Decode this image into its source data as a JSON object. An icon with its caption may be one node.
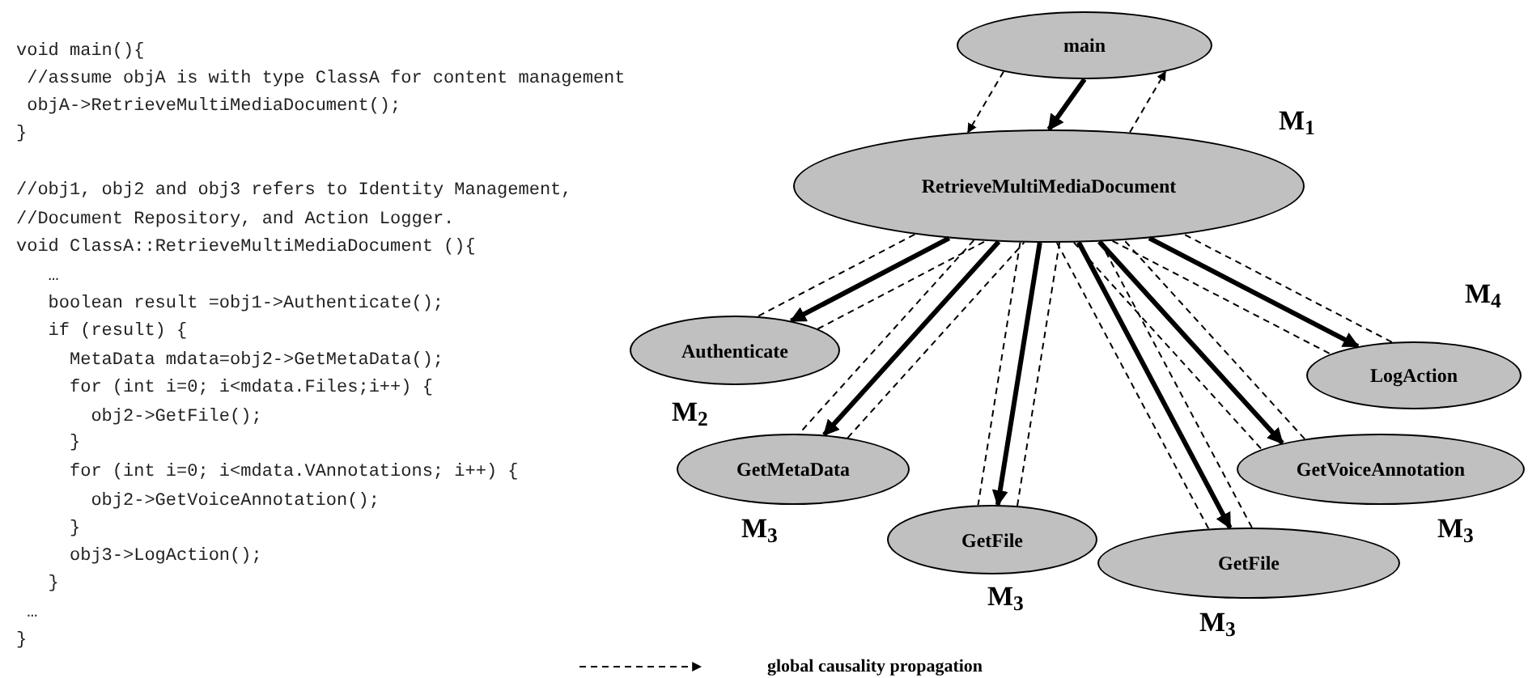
{
  "diagram": {
    "nodes": [
      {
        "text": [
          "main"
        ]
      },
      {
        "text": [
          "RetrieveMultiMediaDocument"
        ],
        "beside": [
          "M$_{1}$"
        ]
      },
      {
        "text": [
          "Authenticate"
        ],
        "beside": [
          "M$_{2}$"
        ]
      },
      {
        "text": [
          "LogAction"
        ],
        "beside": [
          "M$_{4}$"
        ]
      },
      {
        "text": [
          "GetMetaData"
        ],
        "beside": [
          "M$_{3}$"
        ]
      },
      {
        "text": [
          "GetVoiceAnnotation"
        ],
        "beside": [
          "M$_{3}$"
        ]
      },
      {
        "text": [
          "GetFile"
        ],
        "beside": [
          "M$_{3}$"
        ]
      },
      {
        "text": [
          "GetFile"
        ],
        "beside": [
          "M$_{3}$"
        ]
      }
    ],
    "edges": [
      {
        "from": 0,
        "to": 1,
        "arrow": "to",
        "style": "thick"
      },
      {
        "from": 0,
        "to": 1,
        "arrow": "to",
        "style": "dashed"
      },
      {
        "from": 1,
        "to": 0,
        "arrow": "to",
        "style": "dashed"
      },
      {
        "from": 1,
        "to": 2,
        "arrow": "to",
        "style": "thick"
      },
      {
        "from": 1,
        "to": 2,
        "arrow": "none",
        "style": "dashed"
      },
      {
        "from": 2,
        "to": 1,
        "arrow": "none",
        "style": "dashed"
      },
      {
        "from": 1,
        "to": 3,
        "arrow": "to",
        "style": "thick"
      },
      {
        "from": 1,
        "to": 3,
        "arrow": "none",
        "style": "dashed"
      },
      {
        "from": 3,
        "to": 1,
        "arrow": "none",
        "style": "dashed"
      },
      {
        "from": 1,
        "to": 4,
        "arrow": "to",
        "style": "thick"
      },
      {
        "from": 1,
        "to": 4,
        "arrow": "none",
        "style": "dashed"
      },
      {
        "from": 4,
        "to": 1,
        "arrow": "none",
        "style": "dashed"
      },
      {
        "from": 1,
        "to": 5,
        "arrow": "to",
        "style": "thick"
      },
      {
        "from": 1,
        "to": 5,
        "arrow": "none",
        "style": "dashed"
      },
      {
        "from": 5,
        "to": 1,
        "arrow": "none",
        "style": "dashed"
      },
      {
        "from": 1,
        "to": 6,
        "arrow": "to",
        "style": "thick"
      },
      {
        "from": 1,
        "to": 6,
        "arrow": "none",
        "style": "dashed"
      },
      {
        "from": 6,
        "to": 1,
        "arrow": "none",
        "style": "dashed"
      },
      {
        "from": 1,
        "to": 7,
        "arrow": "to",
        "style": "thick"
      },
      {
        "from": 1,
        "to": 7,
        "arrow": "none",
        "style": "dashed"
      },
      {
        "from": 7,
        "to": 1,
        "arrow": "none",
        "style": "dashed"
      }
    ],
    "labels": [
      "void main(){",
      "//assume objA is with type ClassA for content management",
      "objA->RetrieveMultiMediaDocument();",
      "}",
      "//obj1, obj2 and obj3 refers to Identity Management,",
      "//Document Repository, and Action Logger.",
      "void ClassA::RetrieveMultiMediaDocument (){",
      "…",
      "boolean result =obj1->Authenticate();",
      "if (result) {",
      "MetaData mdata=obj2->GetMetaData();",
      "for (int i=0; i<mdata.Files;i++) {",
      "obj2->GetFile();",
      "}",
      "for (int i=0; i<mdata.VAnnotations; i++) {",
      "obj2->GetVoiceAnnotation();",
      "}",
      "obj3->LogAction();",
      "}",
      "…",
      "}"
    ],
    "legend": [
      {
        "text": "global causality propagation"
      }
    ]
  }
}
